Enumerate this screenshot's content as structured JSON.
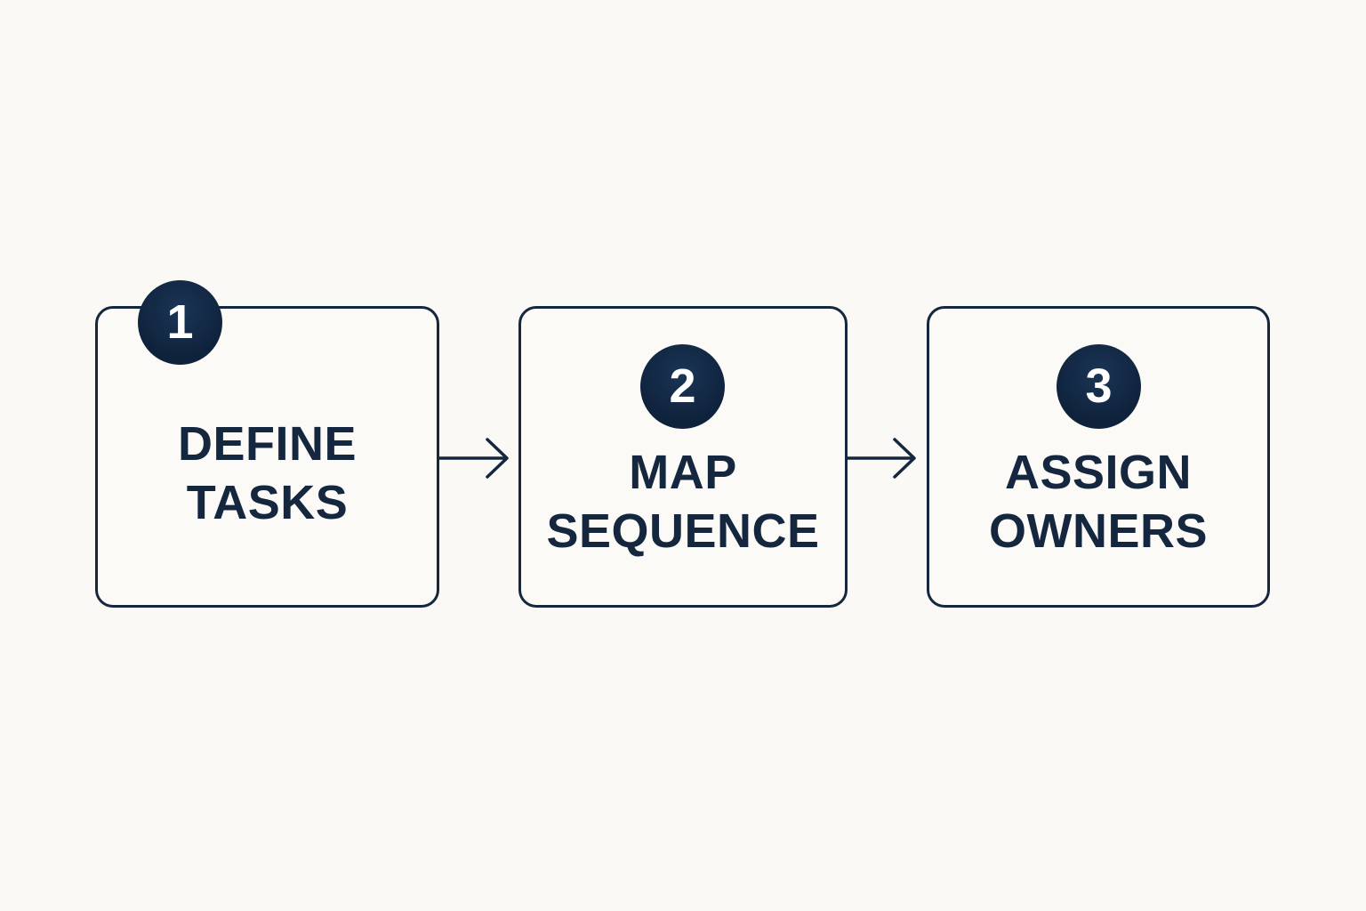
{
  "steps": [
    {
      "number": "1",
      "line1": "DEFINE",
      "line2": "TASKS"
    },
    {
      "number": "2",
      "line1": "MAP",
      "line2": "SEQUENCE"
    },
    {
      "number": "3",
      "line1": "ASSIGN",
      "line2": "OWNERS"
    }
  ],
  "colors": {
    "ink": "#14273f",
    "badge_fill": "#0f223b",
    "background": "#faf9f6"
  }
}
